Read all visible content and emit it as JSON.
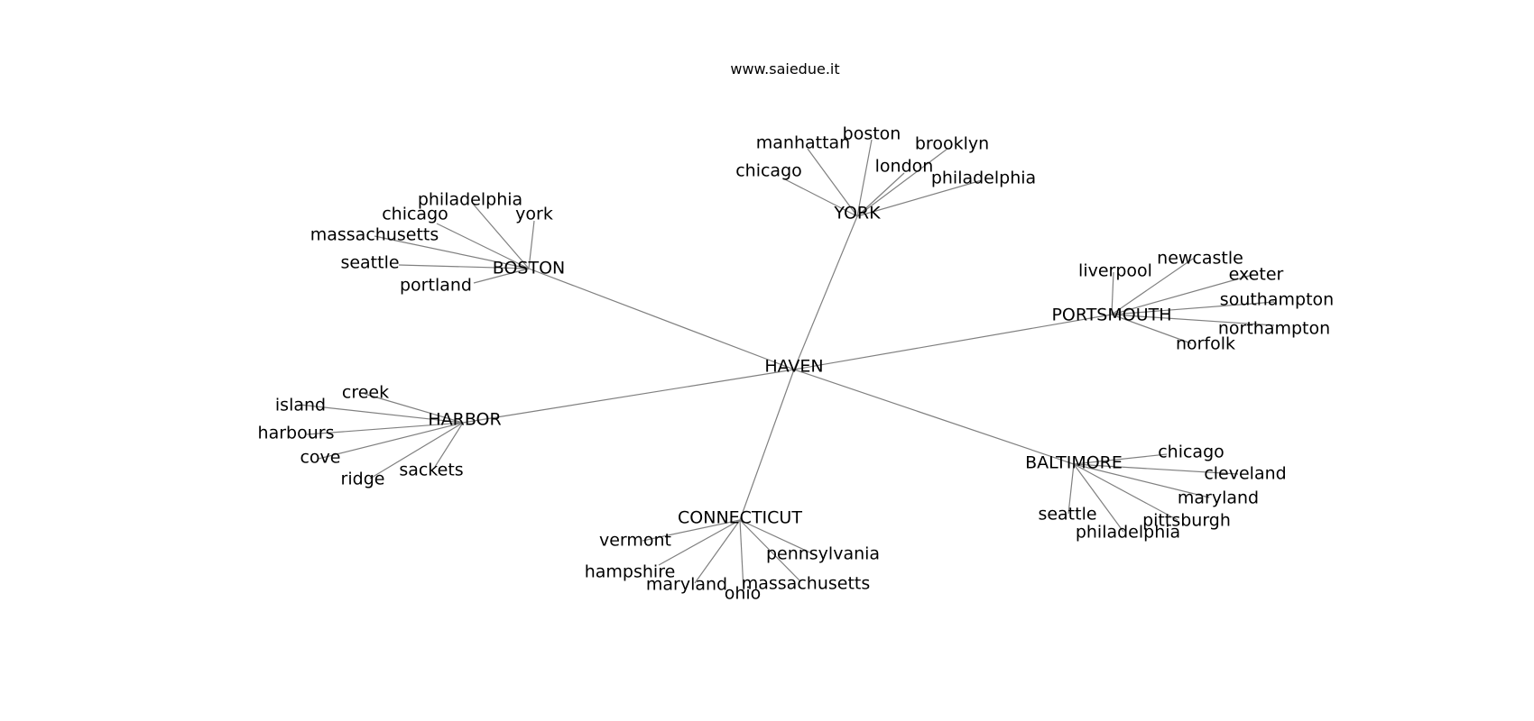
{
  "watermark": "www.saiedue.it",
  "center": "HAVEN",
  "hubs": [
    {
      "label": "YORK",
      "leaves": [
        "manhattan",
        "boston",
        "brooklyn",
        "chicago",
        "london",
        "philadelphia"
      ]
    },
    {
      "label": "BOSTON",
      "leaves": [
        "philadelphia",
        "chicago",
        "york",
        "massachusetts",
        "seattle",
        "portland"
      ]
    },
    {
      "label": "PORTSMOUTH",
      "leaves": [
        "liverpool",
        "newcastle",
        "exeter",
        "southampton",
        "northampton",
        "norfolk"
      ]
    },
    {
      "label": "HARBOR",
      "leaves": [
        "creek",
        "island",
        "harbours",
        "cove",
        "ridge",
        "sackets"
      ]
    },
    {
      "label": "BALTIMORE",
      "leaves": [
        "chicago",
        "cleveland",
        "maryland",
        "pittsburgh",
        "seattle",
        "philadelphia"
      ]
    },
    {
      "label": "CONNECTICUT",
      "leaves": [
        "vermont",
        "pennsylvania",
        "hampshire",
        "maryland",
        "massachusetts",
        "ohio"
      ]
    }
  ]
}
